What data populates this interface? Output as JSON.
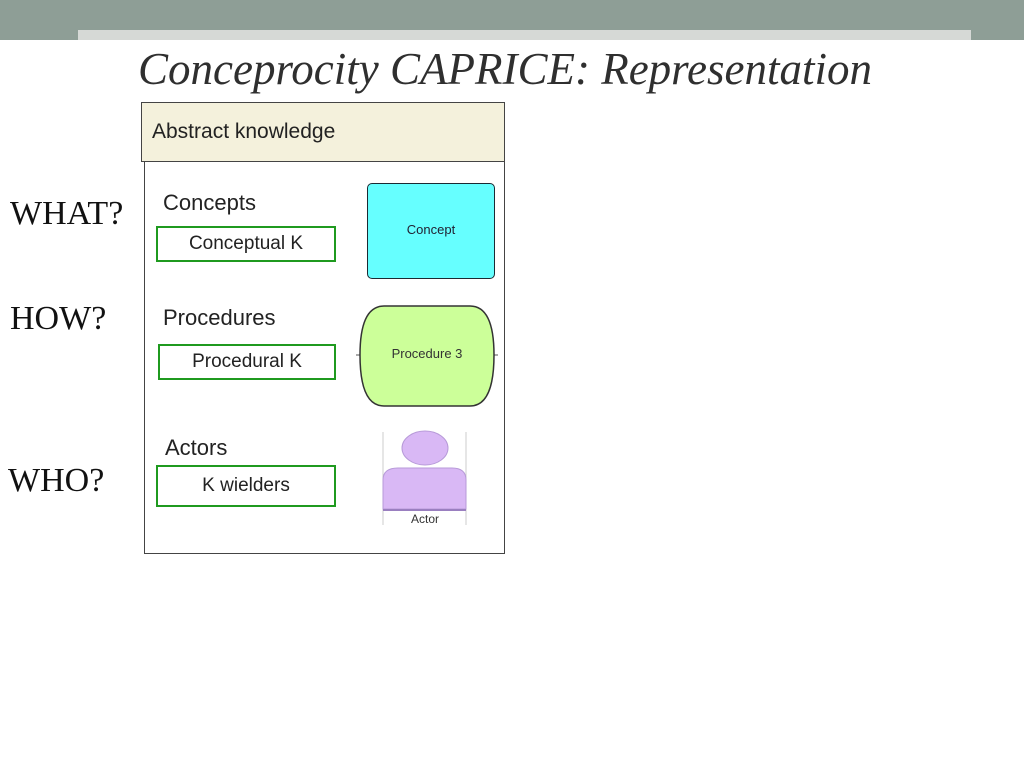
{
  "slide": {
    "title": "Conceprocity CAPRICE: Representation"
  },
  "questions": {
    "what": "WHAT?",
    "how": "HOW?",
    "who": "WHO?"
  },
  "panel": {
    "header": "Abstract knowledge",
    "concepts": {
      "label": "Concepts",
      "box": "Conceptual K",
      "shape_label": "Concept",
      "shape_color": "#66ffff"
    },
    "procedures": {
      "label": "Procedures",
      "box": "Procedural K",
      "shape_label": "Procedure 3",
      "shape_color": "#ccff99"
    },
    "actors": {
      "label": "Actors",
      "box": "K wielders",
      "shape_label": "Actor",
      "shape_color": "#d9b8f5"
    }
  },
  "colors": {
    "top_band": "#8e9e96",
    "header_fill": "#f4f1dc",
    "box_border": "#1f9a1f"
  }
}
